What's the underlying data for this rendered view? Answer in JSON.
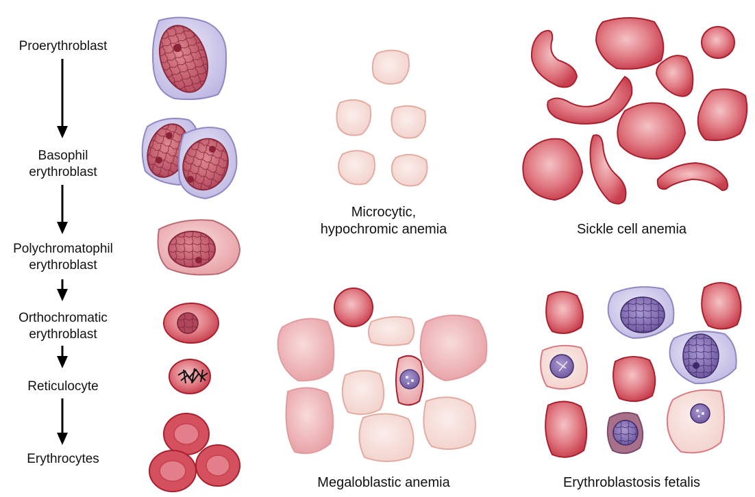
{
  "stages": [
    {
      "line1": "Proerythroblast",
      "line2": ""
    },
    {
      "line1": "Basophil",
      "line2": "erythroblast"
    },
    {
      "line1": "Polychromatophil",
      "line2": "erythroblast"
    },
    {
      "line1": "Orthochromatic",
      "line2": "erythroblast"
    },
    {
      "line1": "Reticulocyte",
      "line2": ""
    },
    {
      "line1": "Erythrocytes",
      "line2": ""
    }
  ],
  "panels": {
    "microcytic": {
      "line1": "Microcytic,",
      "line2": "hypochromic anemia"
    },
    "sickle": {
      "title": "Sickle cell anemia"
    },
    "megaloblastic": {
      "title": "Megaloblastic anemia"
    },
    "erythroblastosis": {
      "title": "Erythroblastosis fetalis"
    }
  },
  "colors": {
    "rbc_fill": "#d9646e",
    "rbc_stroke": "#a8202e",
    "pale_fill": "#f6dcd6",
    "pale_stroke": "#e3aca2",
    "nucleus_fill": "#b24a64",
    "cytoplasm_lavender": "#c9c5e8",
    "cytoplasm_stroke": "#8f87c2",
    "purple_nucleus": "#7a60a8"
  }
}
